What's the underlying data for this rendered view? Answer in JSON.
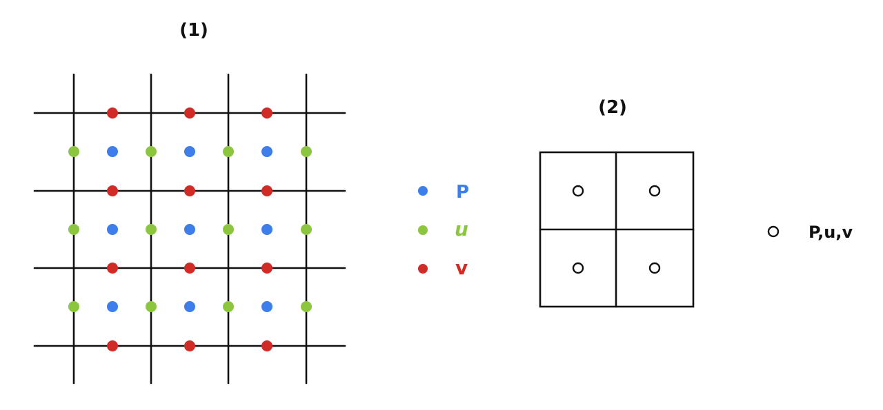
{
  "figure1": {
    "label": "(1)",
    "legend": [
      {
        "symbol": "p",
        "text": "P",
        "color": "#3d7eea"
      },
      {
        "symbol": "u",
        "text": "u",
        "color": "#8cc63f"
      },
      {
        "symbol": "v",
        "text": "v",
        "color": "#d12b27"
      }
    ]
  },
  "figure2": {
    "label": "(2)",
    "legend": {
      "symbol": "open-circle",
      "text": "P,u,v"
    }
  },
  "colors": {
    "line": "#111111",
    "p": "#3d7eea",
    "u": "#8cc63f",
    "v": "#d12b27"
  }
}
